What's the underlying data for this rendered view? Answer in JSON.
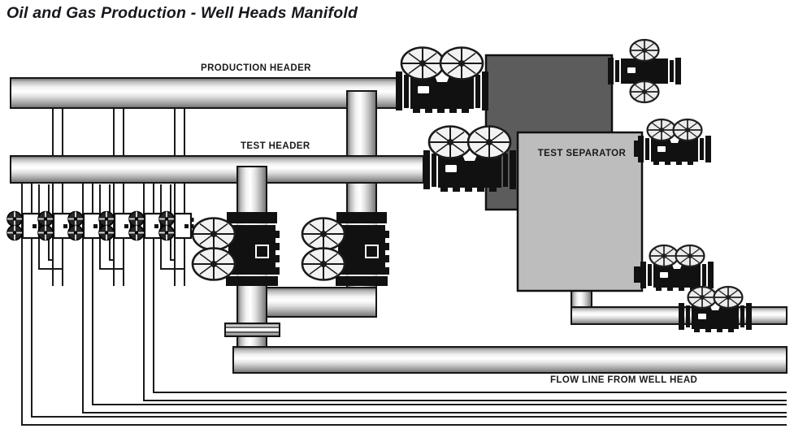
{
  "title": "Oil and Gas Production - Well Heads Manifold",
  "labels": {
    "production_header": "PRODUCTION HEADER",
    "test_header": "TEST HEADER",
    "test_separator": "TEST SEPARATOR",
    "flow_line": "FLOW LINE FROM WELL HEAD"
  },
  "colors": {
    "background": "#ffffff",
    "line": "#1a1a1a",
    "pipe_highlight": "#ffffff",
    "pipe_shadow": "#6f6f6f",
    "vessel_dark": "#5c5c5c",
    "vessel_light": "#bdbdbd",
    "valve_body": "#111111",
    "handwheel_fill": "#f2f2f2"
  }
}
